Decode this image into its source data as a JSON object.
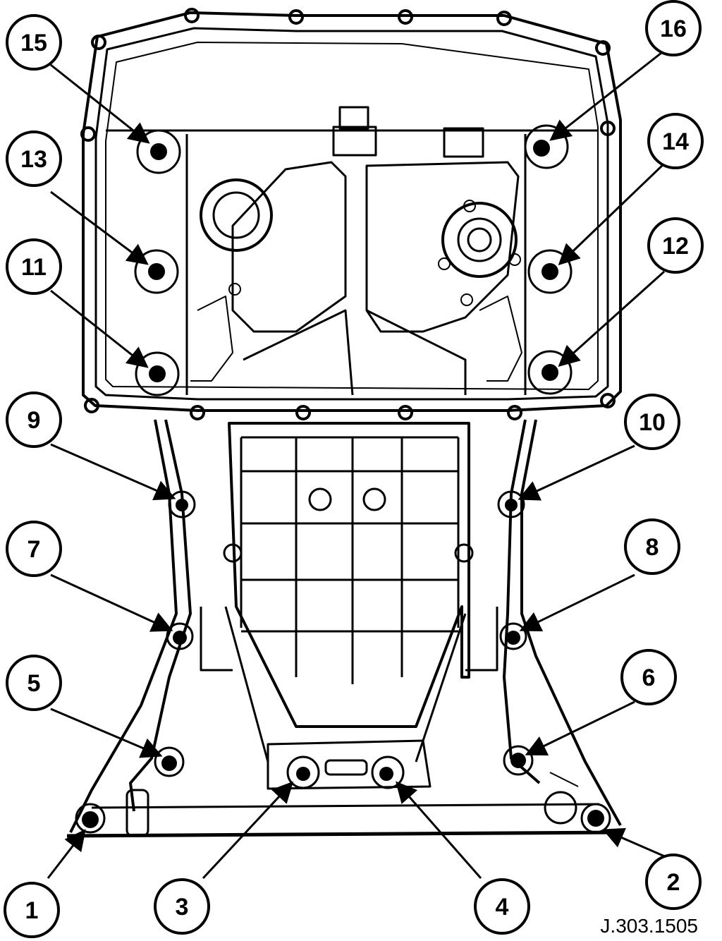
{
  "figure": {
    "reference": "J.303.1505",
    "callouts": [
      {
        "label": "1"
      },
      {
        "label": "2"
      },
      {
        "label": "3"
      },
      {
        "label": "4"
      },
      {
        "label": "5"
      },
      {
        "label": "6"
      },
      {
        "label": "7"
      },
      {
        "label": "8"
      },
      {
        "label": "9"
      },
      {
        "label": "10"
      },
      {
        "label": "11"
      },
      {
        "label": "12"
      },
      {
        "label": "13"
      },
      {
        "label": "14"
      },
      {
        "label": "15"
      },
      {
        "label": "16"
      }
    ]
  }
}
